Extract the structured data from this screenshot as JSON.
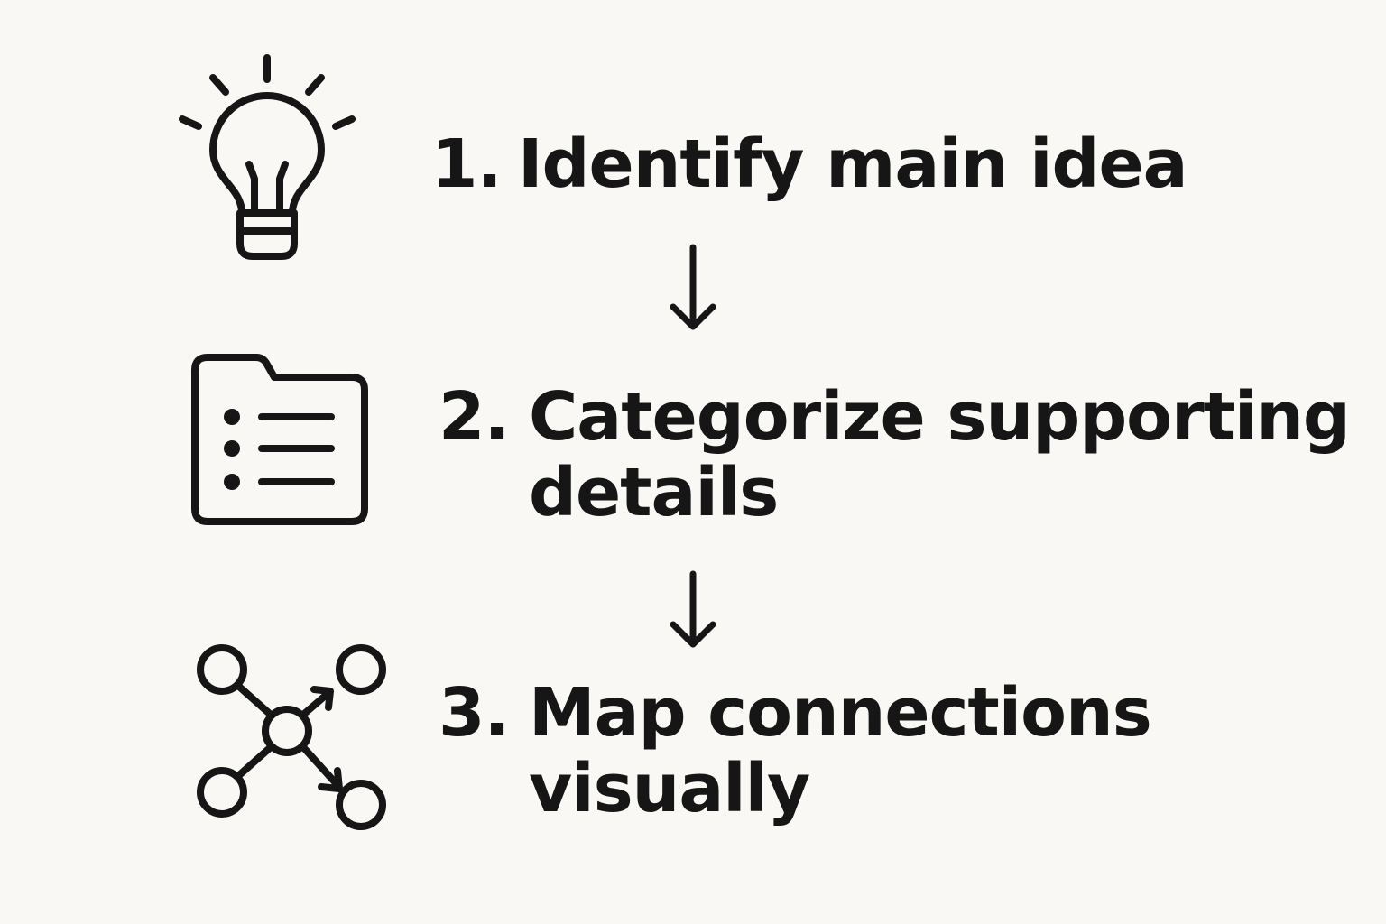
{
  "colors": {
    "background": "#f9f8f5",
    "ink": "#161616"
  },
  "steps": [
    {
      "number": "1.",
      "label": "Identify main idea",
      "icon": "lightbulb-icon"
    },
    {
      "number": "2.",
      "label": "Categorize supporting\ndetails",
      "icon": "folder-list-icon"
    },
    {
      "number": "3.",
      "label": "Map connections\nvisually",
      "icon": "network-icon"
    }
  ],
  "connectors": [
    "down-arrow-icon",
    "down-arrow-icon"
  ]
}
